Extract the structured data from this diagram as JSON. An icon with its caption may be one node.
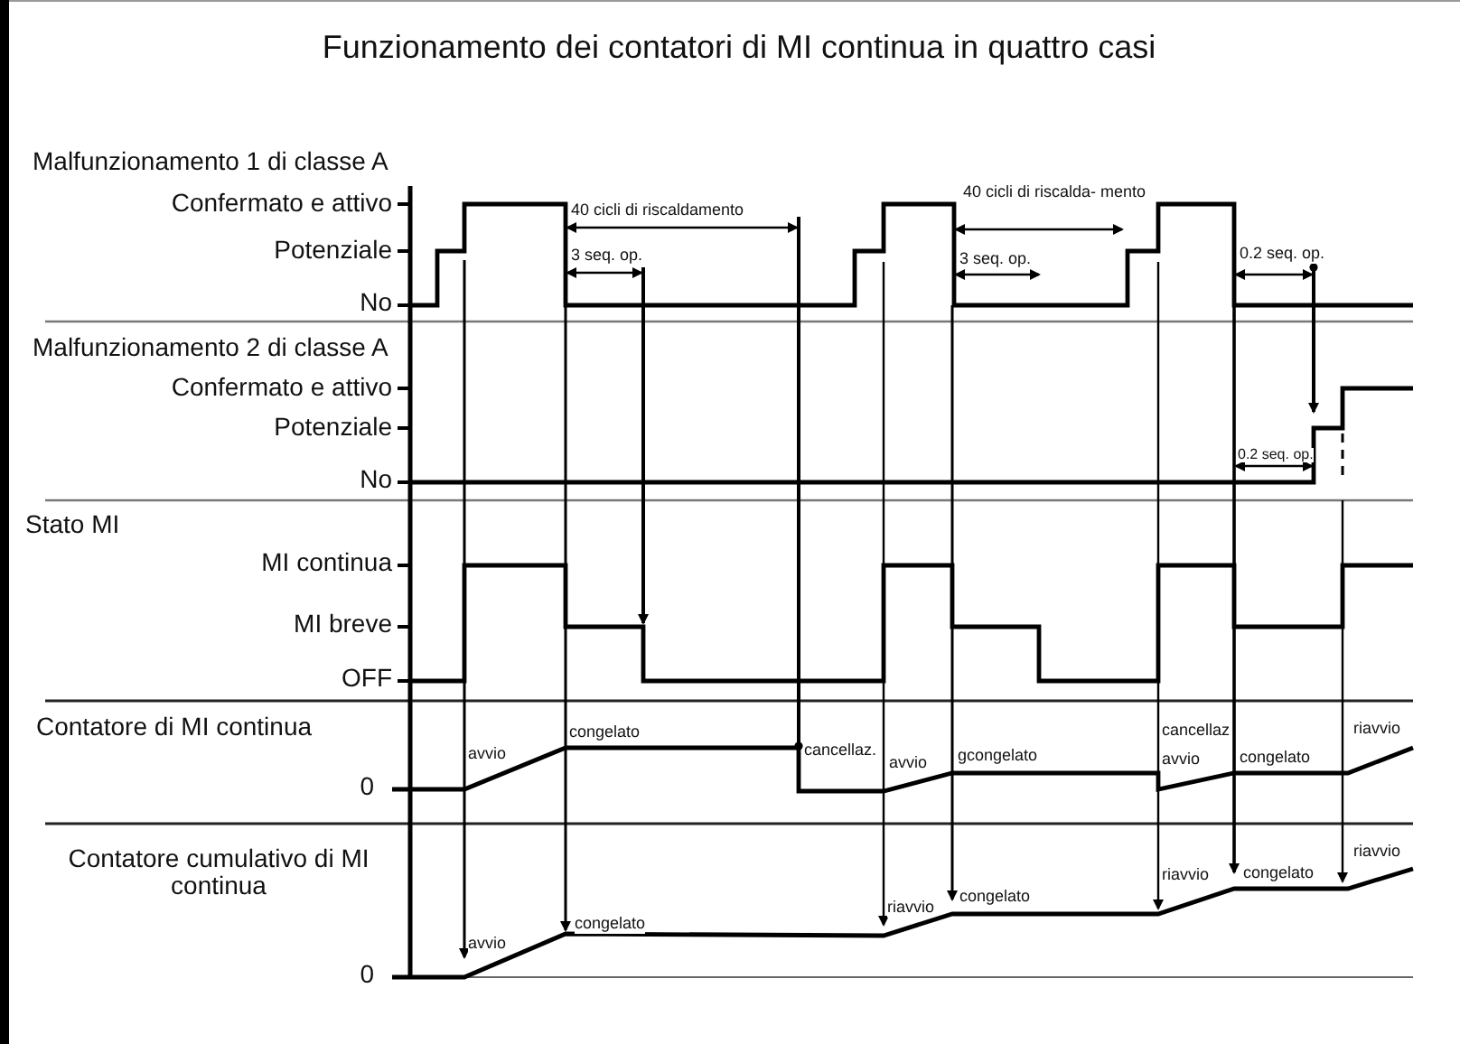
{
  "diagram": {
    "title": "Funzionamento dei contatori di MI continua in quattro casi",
    "labels": [
      "Malfunzionamento 1 di classe A",
      "Confermato e attivo",
      "Potenziale",
      "No",
      "40 cicli di riscaldamento",
      "3 seq. op.",
      "40 cicli di riscalda- mento",
      "3 seq. op.",
      "0.2 seq. op.",
      "Malfunzionamento 2 di classe A",
      "Confermato e attivo",
      "Potenziale",
      "No",
      "0.2 seq. op.",
      "Stato MI",
      "MI continua",
      "MI breve",
      "OFF",
      "Contatore di MI continua",
      "avvio",
      "congelato",
      "cancellaz.",
      "avvio",
      "gcongelato",
      "cancellaz",
      "avvio",
      "congelato",
      "riavvio",
      "0",
      "Contatore cumulativo di MI continua",
      "avvio",
      "congelato",
      "riavvio",
      "congelato",
      "riavvio",
      "congelato",
      "riavvio",
      "0"
    ]
  }
}
